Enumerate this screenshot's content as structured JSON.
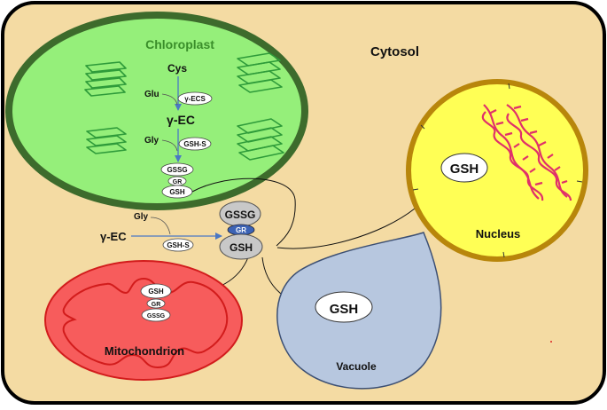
{
  "colors": {
    "cell_fill": "#f4dba3",
    "cell_stroke": "#000000",
    "chloroplast_fill": "#95ef7a",
    "chloroplast_stroke": "#3d6b2c",
    "chloroplast_title": "#3a8e2a",
    "thylakoid": "#2e9b3a",
    "nucleus_fill": "#ffff55",
    "nucleus_stroke": "#b8860b",
    "dna": "#e0306a",
    "mito_fill": "#f75c5c",
    "mito_stroke": "#d21c1c",
    "vacuole_fill": "#b7c7df",
    "vacuole_stroke": "#3c4f73",
    "arrow": "#4a78c4",
    "pool_gray": "#c8c8c8",
    "gr_blue": "#3c63b5"
  },
  "labels": {
    "cytosol": "Cytosol",
    "chloroplast": "Chloroplast",
    "nucleus": "Nucleus",
    "mitochondrion": "Mitochondrion",
    "vacuole": "Vacuole"
  },
  "chloroplast": {
    "cys": "Cys",
    "glu": "Glu",
    "gamma_ecs": "γ-ECS",
    "gamma_ec": "γ-EC",
    "gly": "Gly",
    "gsh_s": "GSH-S",
    "gssg": "GSSG",
    "gr": "GR",
    "gsh": "GSH"
  },
  "cytosol": {
    "gly": "Gly",
    "gamma_ec": "γ-EC",
    "gsh_s": "GSH-S",
    "gssg": "GSSG",
    "gr": "GR",
    "gsh": "GSH"
  },
  "mitochondrion": {
    "gsh": "GSH",
    "gr": "GR",
    "gssg": "GSSG"
  },
  "nucleus": {
    "gsh": "GSH"
  },
  "vacuole": {
    "gsh": "GSH"
  }
}
